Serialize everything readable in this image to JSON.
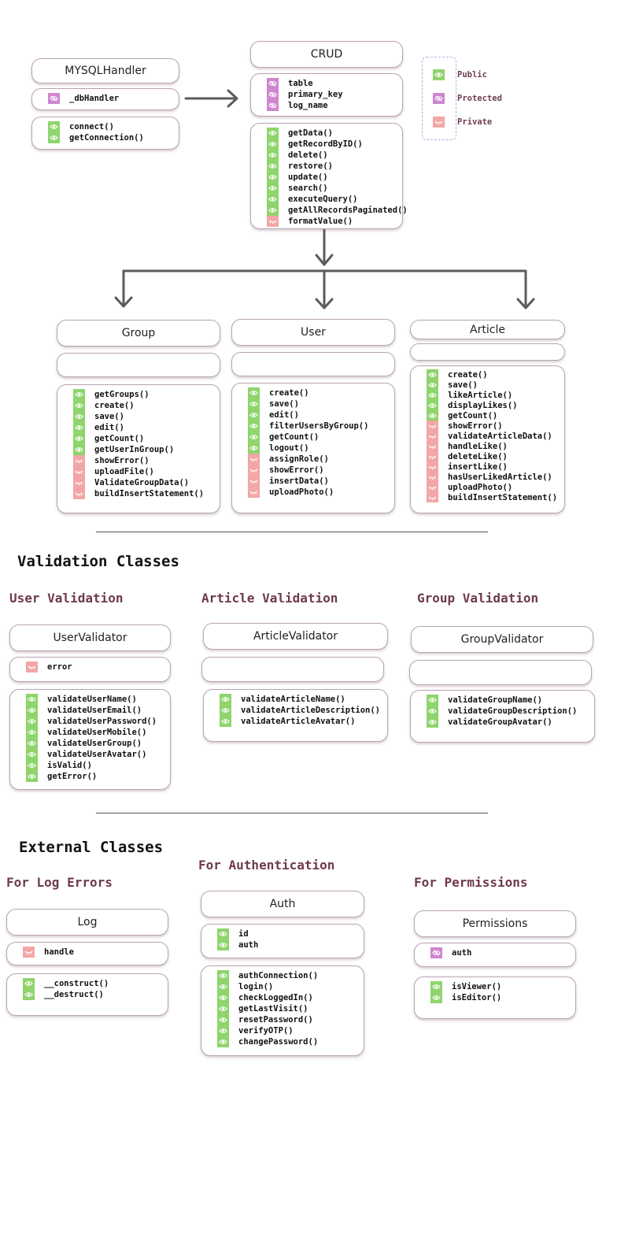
{
  "legend": {
    "public_label": "Public",
    "protected_label": "Protected",
    "private_label": "Private"
  },
  "sections": {
    "validation_heading": "Validation Classes",
    "user_validation": "User Validation",
    "article_validation": "Article Validation",
    "group_validation": "Group Validation",
    "external_heading": "External Classes",
    "log_errors": "For Log Errors",
    "authentication": "For Authentication",
    "permissions": "For Permissions"
  },
  "classes": {
    "mysqlhandler": {
      "name": "MYSQLHandler",
      "attributes": [
        {
          "name": "_dbHandler",
          "v": "protected"
        }
      ],
      "methods": [
        {
          "name": "connect()",
          "v": "public"
        },
        {
          "name": "getConnection()",
          "v": "public"
        }
      ]
    },
    "crud": {
      "name": "CRUD",
      "attributes": [
        {
          "name": "table",
          "v": "protected"
        },
        {
          "name": "primary_key",
          "v": "protected"
        },
        {
          "name": "log_name",
          "v": "protected"
        }
      ],
      "methods": [
        {
          "name": "getData()",
          "v": "public"
        },
        {
          "name": "getRecordByID()",
          "v": "public"
        },
        {
          "name": "delete()",
          "v": "public"
        },
        {
          "name": "restore()",
          "v": "public"
        },
        {
          "name": "update()",
          "v": "public"
        },
        {
          "name": "search()",
          "v": "public"
        },
        {
          "name": "executeQuery()",
          "v": "public"
        },
        {
          "name": "getAllRecordsPaginated()",
          "v": "public"
        },
        {
          "name": "formatValue()",
          "v": "private"
        }
      ]
    },
    "group": {
      "name": "Group",
      "attributes": [],
      "methods": [
        {
          "name": "getGroups()",
          "v": "public"
        },
        {
          "name": "create()",
          "v": "public"
        },
        {
          "name": "save()",
          "v": "public"
        },
        {
          "name": "edit()",
          "v": "public"
        },
        {
          "name": "getCount()",
          "v": "public"
        },
        {
          "name": "getUserInGroup()",
          "v": "public"
        },
        {
          "name": "showError()",
          "v": "private"
        },
        {
          "name": "uploadFile()",
          "v": "private"
        },
        {
          "name": "ValidateGroupData()",
          "v": "private"
        },
        {
          "name": "buildInsertStatement()",
          "v": "private"
        }
      ]
    },
    "user": {
      "name": "User",
      "attributes": [],
      "methods": [
        {
          "name": "create()",
          "v": "public"
        },
        {
          "name": "save()",
          "v": "public"
        },
        {
          "name": "edit()",
          "v": "public"
        },
        {
          "name": "filterUsersByGroup()",
          "v": "public"
        },
        {
          "name": "getCount()",
          "v": "public"
        },
        {
          "name": "logout()",
          "v": "public"
        },
        {
          "name": "assignRole()",
          "v": "private"
        },
        {
          "name": "showError()",
          "v": "private"
        },
        {
          "name": "insertData()",
          "v": "private"
        },
        {
          "name": "uploadPhoto()",
          "v": "private"
        }
      ]
    },
    "article": {
      "name": "Article",
      "attributes": [],
      "methods": [
        {
          "name": "create()",
          "v": "public"
        },
        {
          "name": "save()",
          "v": "public"
        },
        {
          "name": "likeArticle()",
          "v": "public"
        },
        {
          "name": "displayLikes()",
          "v": "public"
        },
        {
          "name": "getCount()",
          "v": "public"
        },
        {
          "name": "showError()",
          "v": "private"
        },
        {
          "name": "validateArticleData()",
          "v": "private"
        },
        {
          "name": "handleLike()",
          "v": "private"
        },
        {
          "name": "deleteLike()",
          "v": "private"
        },
        {
          "name": "insertLike()",
          "v": "private"
        },
        {
          "name": "hasUserLikedArticle()",
          "v": "private"
        },
        {
          "name": "uploadPhoto()",
          "v": "private"
        },
        {
          "name": "buildInsertStatement()",
          "v": "private"
        }
      ]
    },
    "uservalidator": {
      "name": "UserValidator",
      "attributes": [
        {
          "name": "error",
          "v": "private"
        }
      ],
      "methods": [
        {
          "name": "validateUserName()",
          "v": "public"
        },
        {
          "name": "validateUserEmail()",
          "v": "public"
        },
        {
          "name": "validateUserPassword()",
          "v": "public"
        },
        {
          "name": "validateUserMobile()",
          "v": "public"
        },
        {
          "name": "validateUserGroup()",
          "v": "public"
        },
        {
          "name": "validateUserAvatar()",
          "v": "public"
        },
        {
          "name": "isValid()",
          "v": "public"
        },
        {
          "name": "getError()",
          "v": "public"
        }
      ]
    },
    "articlevalidator": {
      "name": "ArticleValidator",
      "attributes": [],
      "methods": [
        {
          "name": "validateArticleName()",
          "v": "public"
        },
        {
          "name": "validateArticleDescription()",
          "v": "public"
        },
        {
          "name": "validateArticleAvatar()",
          "v": "public"
        }
      ]
    },
    "groupvalidator": {
      "name": "GroupValidator",
      "attributes": [],
      "methods": [
        {
          "name": "validateGroupName()",
          "v": "public"
        },
        {
          "name": "validateGroupDescription()",
          "v": "public"
        },
        {
          "name": "validateGroupAvatar()",
          "v": "public"
        }
      ]
    },
    "log": {
      "name": "Log",
      "attributes": [
        {
          "name": "handle",
          "v": "private"
        }
      ],
      "methods": [
        {
          "name": "__construct()",
          "v": "public"
        },
        {
          "name": "__destruct()",
          "v": "public"
        }
      ]
    },
    "auth": {
      "name": "Auth",
      "attributes": [
        {
          "name": "id",
          "v": "public"
        },
        {
          "name": "auth",
          "v": "public"
        }
      ],
      "methods": [
        {
          "name": "authConnection()",
          "v": "public"
        },
        {
          "name": "login()",
          "v": "public"
        },
        {
          "name": "checkLoggedIn()",
          "v": "public"
        },
        {
          "name": "getLastVisit()",
          "v": "public"
        },
        {
          "name": "resetPassword()",
          "v": "public"
        },
        {
          "name": "verifyOTP()",
          "v": "public"
        },
        {
          "name": "changePassword()",
          "v": "public"
        }
      ]
    },
    "permissions": {
      "name": "Permissions",
      "attributes": [
        {
          "name": "auth",
          "v": "protected"
        }
      ],
      "methods": [
        {
          "name": "isViewer()",
          "v": "public"
        },
        {
          "name": "isEditor()",
          "v": "public"
        }
      ]
    }
  },
  "colors": {
    "public": "#8fd46c",
    "protected": "#cf86cf",
    "private": "#f2a6a6",
    "heading": "#6e3a48"
  }
}
